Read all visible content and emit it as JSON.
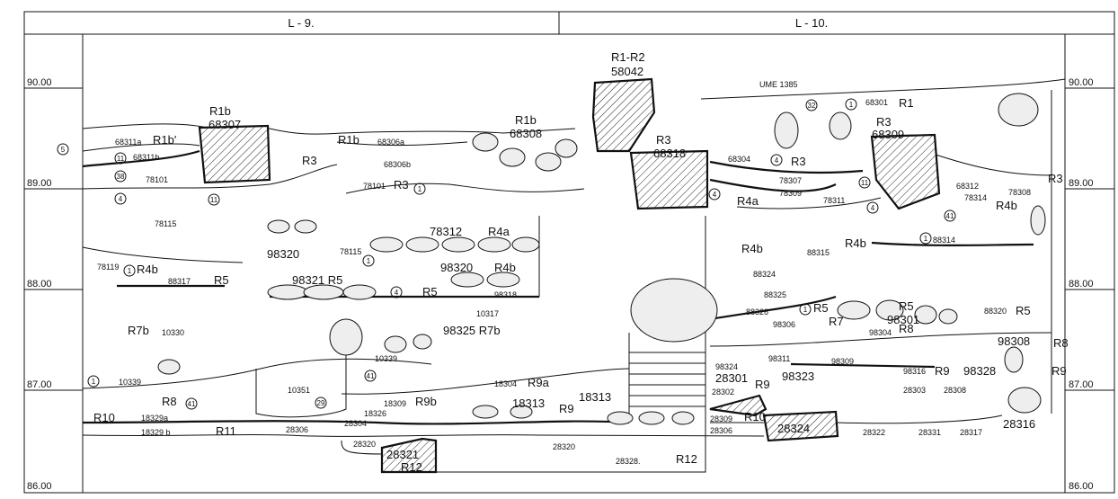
{
  "header": {
    "left_square": "L - 9.",
    "right_square": "L - 10."
  },
  "elevations": {
    "left": [
      "90.00",
      "89.00",
      "88.00",
      "87.00",
      "86.00"
    ],
    "right": [
      "90.00",
      "89.00",
      "88.00",
      "87.00",
      "86.00"
    ]
  },
  "labels": [
    "R1b",
    "68307",
    "R1b",
    "68308",
    "R1-R2",
    "58042",
    "UME  1385",
    "R1",
    "68301",
    "R3",
    "68309",
    "R3",
    "68318",
    "68311a",
    "R1b'",
    "68311b",
    "R3",
    "R1b",
    "68306a",
    "68306b",
    "78101",
    "78101",
    "R3",
    "78115",
    "78312",
    "R4a",
    "98320",
    "78115",
    "98320",
    "R4b",
    "78119",
    "R4b",
    "88317",
    "R5",
    "98321 R5",
    "R5",
    "98318",
    "68304",
    "R3",
    "78307",
    "78309",
    "78311",
    "R4a",
    "68312",
    "78314",
    "R4b",
    "78308",
    "R3",
    "88314",
    "R4b",
    "R4b",
    "88315",
    "10317",
    "98325 R7b",
    "R7b",
    "10330",
    "10339",
    "10339",
    "18304",
    "R9a",
    "10351",
    "R8",
    "18309",
    "R9b",
    "18313",
    "18326",
    "R10",
    "18329a",
    "18329 b",
    "R11",
    "28306",
    "28304",
    "28320",
    "28321",
    "R12",
    "28320",
    "28328.",
    "R12",
    "R9",
    "18313",
    "88324",
    "R5",
    "98301",
    "88325",
    "88326",
    "R5",
    "88320",
    "R5",
    "98306",
    "R7",
    "98304",
    "R8",
    "98308",
    "R8",
    "98311",
    "98309",
    "98324",
    "28301",
    "R9",
    "98323",
    "98316",
    "R9",
    "98328",
    "R9",
    "28302",
    "28303",
    "28308",
    "28309",
    "R10",
    "28306",
    "28324",
    "28322",
    "28331",
    "28317",
    "28316"
  ],
  "circled": [
    "5",
    "11",
    "38",
    "4",
    "11",
    "1",
    "4",
    "1",
    "1",
    "32",
    "1",
    "4",
    "11",
    "4",
    "4",
    "41",
    "1",
    "1",
    "41",
    "29",
    "41",
    "1"
  ]
}
